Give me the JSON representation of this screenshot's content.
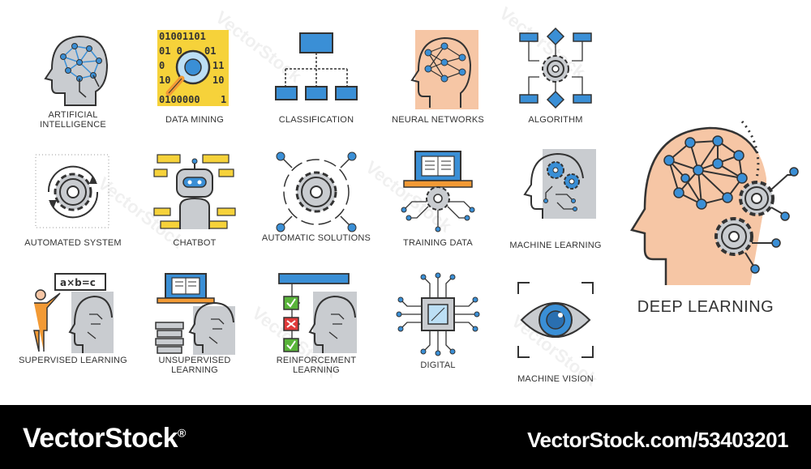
{
  "colors": {
    "outline": "#333333",
    "blue": "#3a8fd6",
    "light_blue": "#bcdff5",
    "gray": "#c9ccd0",
    "skin": "#f6c6a5",
    "yellow": "#f6d23a",
    "orange": "#f29a35",
    "green": "#59b43a",
    "red": "#e03a3a"
  },
  "icons": [
    {
      "id": "artificial-intelligence",
      "label": "ARTIFICIAL INTELLIGENCE",
      "icon": "head-network-icon"
    },
    {
      "id": "data-mining",
      "label": "DATA MINING",
      "icon": "binary-magnifier-icon"
    },
    {
      "id": "classification",
      "label": "CLASSIFICATION",
      "icon": "hierarchy-icon"
    },
    {
      "id": "neural-networks",
      "label": "NEURAL NETWORKS",
      "icon": "head-neural-icon"
    },
    {
      "id": "algorithm",
      "label": "ALGORITHM",
      "icon": "flowchart-gear-icon"
    },
    {
      "id": "automated-system",
      "label": "AUTOMATED SYSTEM",
      "icon": "gear-cycle-icon"
    },
    {
      "id": "chatbot",
      "label": "CHATBOT",
      "icon": "robot-chat-icon"
    },
    {
      "id": "automatic-solutions",
      "label": "AUTOMATIC SOLUTIONS",
      "icon": "gear-nodes-icon"
    },
    {
      "id": "training-data",
      "label": "TRAINING DATA",
      "icon": "laptop-book-icon"
    },
    {
      "id": "machine-learning",
      "label": "MACHINE LEARNING",
      "icon": "head-gears-icon"
    },
    {
      "id": "supervised-learning",
      "label": "SUPERVISED LEARNING",
      "icon": "teacher-board-icon"
    },
    {
      "id": "unsupervised-learning",
      "label": "UNSUPERVISED LEARNING",
      "icon": "laptop-books-head-icon"
    },
    {
      "id": "reinforcement-learning",
      "label": "REINFORCEMENT LEARNING",
      "icon": "checklist-head-icon"
    },
    {
      "id": "digital",
      "label": "DIGITAL",
      "icon": "chip-icon"
    },
    {
      "id": "machine-vision",
      "label": "MACHINE VISION",
      "icon": "eye-scan-icon"
    }
  ],
  "hero": {
    "label": "DEEP LEARNING",
    "icon": "head-brain-gears-icon"
  },
  "board_text": "a×b=c",
  "footer": {
    "brand": "VectorStock",
    "registered": "®",
    "image_id": "VectorStock.com/53403201"
  },
  "watermark": "VectorStock"
}
